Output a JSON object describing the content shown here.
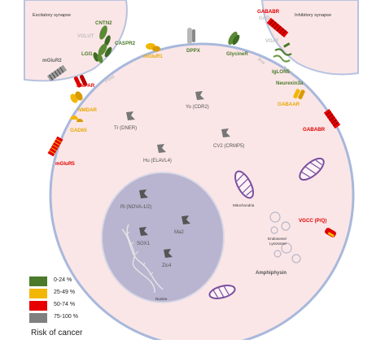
{
  "synapses": {
    "excitatory": "Excitatory synapse",
    "inhibitory": "Inhibitory synapse",
    "vgat_label": "VGAT",
    "gad_pre_label": "GAD",
    "vglut_label": "VGLUT",
    "post_left": "Post",
    "post_right": "Post",
    "pre_right": "Pre"
  },
  "membrane_antigens": [
    {
      "key": "cntn2",
      "label": "CNTN2",
      "risk": "low"
    },
    {
      "key": "caspr2",
      "label": "CASPR2",
      "risk": "low"
    },
    {
      "key": "lgi1",
      "label": "LGI1",
      "risk": "low"
    },
    {
      "key": "mglur2",
      "label": "mGluR2",
      "risk": "very_high"
    },
    {
      "key": "mglur1",
      "label": "mGluR1",
      "risk": "moderate"
    },
    {
      "key": "ampar",
      "label": "AMPAR",
      "risk": "high"
    },
    {
      "key": "dppx",
      "label": "DPPX",
      "risk": "low"
    },
    {
      "key": "glycine",
      "label": "GlycineR",
      "risk": "low"
    },
    {
      "key": "gababr_top",
      "label": "GABABR",
      "risk": "high"
    },
    {
      "key": "iglon5",
      "label": "IgLON5",
      "risk": "low"
    },
    {
      "key": "neurexin",
      "label": "Neurexin3a",
      "risk": "low"
    },
    {
      "key": "gabaar",
      "label": "GABAAR",
      "risk": "moderate"
    },
    {
      "key": "gababr_right",
      "label": "GABABR",
      "risk": "high"
    },
    {
      "key": "nmdar",
      "label": "NMDAR",
      "risk": "moderate"
    },
    {
      "key": "gad65",
      "label": "GAD65",
      "risk": "moderate"
    },
    {
      "key": "mglur5",
      "label": "mGluR5",
      "risk": "high"
    },
    {
      "key": "vgcc",
      "label": "VGCC (P/Q)",
      "risk": "high"
    }
  ],
  "intracellular_antigens": [
    {
      "key": "yo",
      "label": "Yo (CDR2)"
    },
    {
      "key": "tr",
      "label": "Tr (DNER)"
    },
    {
      "key": "cv2",
      "label": "CV2 (CRMP5)"
    },
    {
      "key": "hu",
      "label": "Hu (ELAVL4)"
    },
    {
      "key": "ri",
      "label": "Ri (NOVA-1/2)"
    },
    {
      "key": "ma2",
      "label": "Ma2"
    },
    {
      "key": "sox1",
      "label": "SOX1"
    },
    {
      "key": "zic4",
      "label": "Zic4"
    },
    {
      "key": "amphiphysin",
      "label": "Amphiphysin"
    }
  ],
  "organelles": {
    "mitochondria": "Mitochondria",
    "endosome": "Endosome/\nLysosome",
    "nucleus": "Nucleo"
  },
  "legend": {
    "title": "Risk of cancer",
    "items": [
      {
        "label": "0-24 %",
        "color": "#4a7a2a"
      },
      {
        "label": "25-49 %",
        "color": "#f2b705"
      },
      {
        "label": "50-74 %",
        "color": "#e60000"
      },
      {
        "label": "75-100 %",
        "color": "#808080"
      }
    ]
  },
  "colors": {
    "low": "#4a7a2a",
    "moderate": "#e6a800",
    "high": "#e00000",
    "very_high": "#666666",
    "cell_fill": "#fbe6e7",
    "membrane": "#a8b8dc",
    "nucleus_fill": "#b9b4cf",
    "mitochondria": "#7a4fa0"
  }
}
